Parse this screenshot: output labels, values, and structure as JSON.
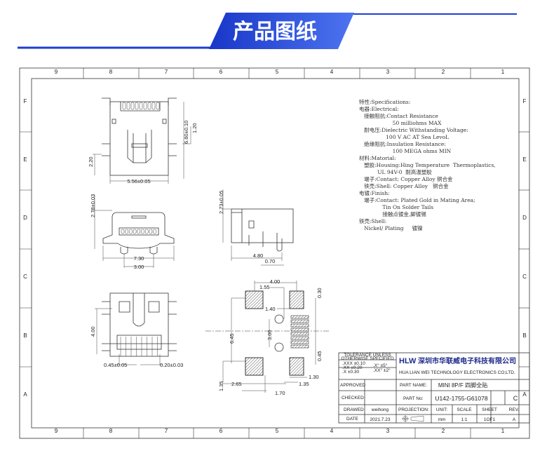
{
  "header": {
    "title": "产品图纸",
    "accent": "#1f3ecf"
  },
  "grid": {
    "columns": [
      "9",
      "8",
      "7",
      "6",
      "5",
      "4",
      "3",
      "2",
      "1"
    ],
    "rows": [
      "F",
      "E",
      "D",
      "C",
      "B",
      "A"
    ]
  },
  "dimensions": {
    "top_view": {
      "width": "5.56±0.05",
      "height": "6.60±0.10",
      "right_offset": "1.20",
      "left_offset": "2.20"
    },
    "front_view": {
      "height": "2.78±0.03",
      "span": "7.30",
      "pitch": "3.00"
    },
    "side_view": {
      "height": "2.73±0.05",
      "depth": "4.80",
      "tail": "0.70"
    },
    "bottom_view": {
      "height": "4.00",
      "left": "0.45±0.05",
      "right": "0.20±0.03"
    },
    "footprint": {
      "top": "4.00",
      "a": "1.55",
      "b": "1.40",
      "pin_w": "0.30",
      "span": "6.45",
      "holes": "3.00",
      "pitch": "0.45",
      "pad": "1.30",
      "c": "1.35",
      "d": "2.65",
      "e": "1.35",
      "f": "1.70"
    }
  },
  "specs": [
    "特性:Specifications:",
    "电器:Electrical:",
    "   接触阻抗:Contact Resistance",
    "                    50 milliohms MAX",
    "   耐电压:Dielectric Withstanding Voltage:",
    "                100 V AC AT Sea LevoL",
    "   绝缘阻抗:Insulation Resistance:",
    "                    100 MEGA ohms MIN",
    "材料:Matorial:",
    "   塑胶:Housing:Hing Temperature  Thermoplastics,",
    "           UL 94V-0  耐高温塑胶",
    "   端子:Contact: Copper Alloy 铜合金",
    "   铁壳:Shell: Copper Alloy   铜合金",
    "电镀:Finish:",
    "   端子:Contact: Plated Gold in Mating Area;",
    "              Tin On Solder Tails",
    "              接触点镀金,脚镀锡",
    "铁壳:Shell:",
    "   Nickel/ Plating     镀镍"
  ],
  "title_block": {
    "tolerance_title1": "TOLERANCE UNLESS",
    "tolerance_title2": "OTHERWISE SPECIFIED",
    "tol_rows": [
      ".XXX ±0.10",
      ".XX  ±0.20",
      ".X   ±0.30"
    ],
    "ang_rows": [
      ".X°  ±5°",
      ".XX° ±2°"
    ],
    "logo": "HLW",
    "company_cn": "深圳市华联威电子科技有限公司",
    "company_en": "HUA LIAN WEI TECHNOLOGY ELECTRONICS CO;LTD.",
    "approved_label": "APPROVED",
    "checked_label": "CHECKED",
    "drawed_label": "DRAWED",
    "drawed_value": "weihong",
    "date_label": "DATE",
    "date_value": "2021.7.23",
    "part_name_label": "PART NAME:",
    "part_name": "MINI 8P/F 四脚全贴",
    "part_no_label": "PART No:",
    "part_no": "U142-1755-G61078",
    "part_rev": "C",
    "projection_label": "PROJECTION:",
    "unit_label": "UNIT:",
    "unit": "mm",
    "scale_label": "SCALE",
    "scale": "1:1",
    "sheet_label": "SHEET",
    "sheet": "1OF1",
    "rev_label": "REV.",
    "rev": "A"
  }
}
